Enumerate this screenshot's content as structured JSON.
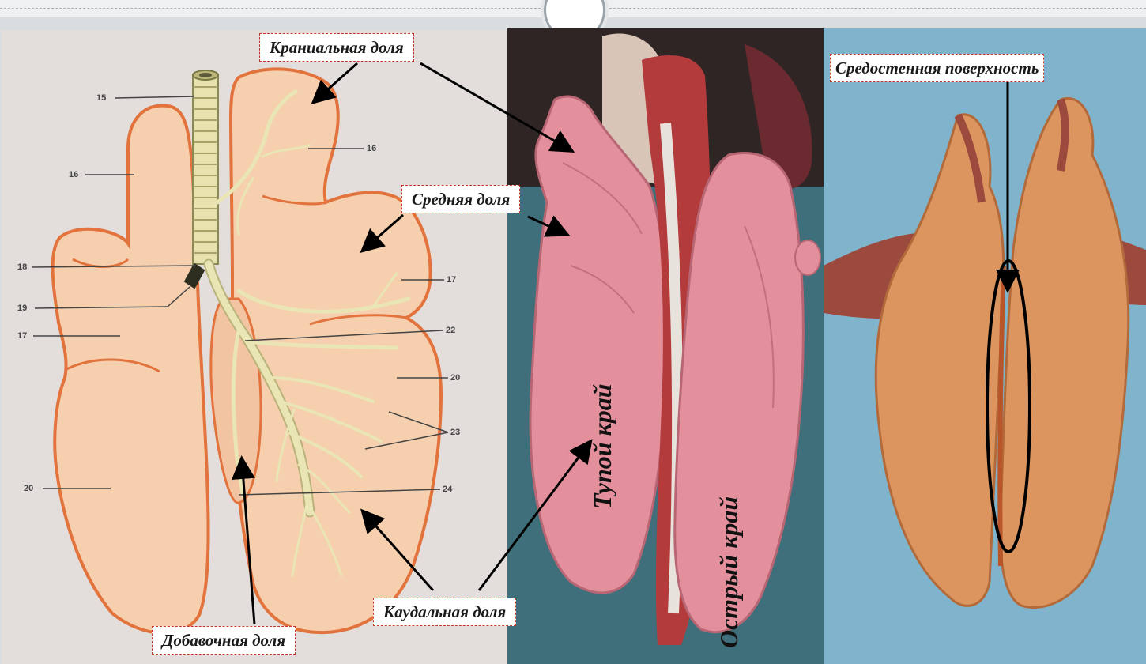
{
  "labels": {
    "cranial_lobe": "Краниальная доля",
    "middle_lobe": "Средняя доля",
    "caudal_lobe": "Каудальная доля",
    "accessory_lobe": "Добавочная доля",
    "mediastinal_surface": "Средостенная поверхность",
    "blunt_edge": "Тупой край",
    "sharp_edge": "Острый край"
  },
  "diagram_numbers": {
    "n15": "15",
    "n16_left": "16",
    "n16_right": "16",
    "n17_left": "17",
    "n17_right": "17",
    "n18": "18",
    "n19": "19",
    "n20_left": "20",
    "n20_right": "20",
    "n22": "22",
    "n23": "23",
    "n24": "24"
  },
  "colors": {
    "lobe_fill": "#f6cfae",
    "lobe_outline": "#e2733d",
    "bronchus": "#e7e2ae",
    "photo1_lung": "#e3909c",
    "photo2_lung": "#dd9560",
    "label_border": "#c0392b"
  }
}
